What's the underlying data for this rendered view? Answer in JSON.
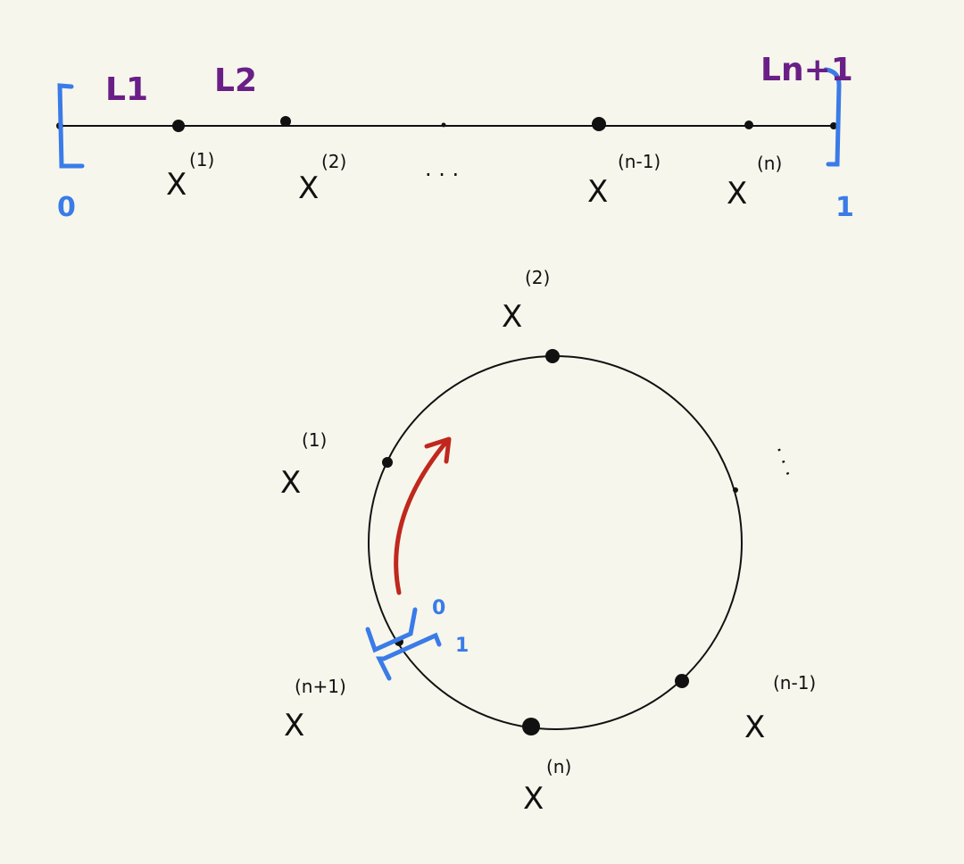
{
  "colors": {
    "background": "#f6f6ec",
    "ink": "#111111",
    "blue": "#3a7be8",
    "purple": "#6a1f86",
    "red": "#c0271d"
  },
  "line": {
    "interval_labels": [
      "L1",
      "L2",
      "Ln+1"
    ],
    "left_end": "0",
    "right_end": "1",
    "points": [
      {
        "base": "X",
        "sup": "(1)"
      },
      {
        "base": "X",
        "sup": "(2)"
      },
      {
        "base": "X",
        "sup": "(n-1)"
      },
      {
        "base": "X",
        "sup": "(n)"
      }
    ],
    "ellipsis": "· · ·"
  },
  "circle": {
    "points": [
      {
        "base": "X",
        "sup": "(2)"
      },
      {
        "base": "X",
        "sup": "(1)"
      },
      {
        "base": "X",
        "sup": "(n+1)"
      },
      {
        "base": "X",
        "sup": "(n)"
      },
      {
        "base": "X",
        "sup": "(n-1)"
      }
    ],
    "ellipsis": "· · ·",
    "cut_label_0": "0",
    "cut_label_1": "1"
  }
}
